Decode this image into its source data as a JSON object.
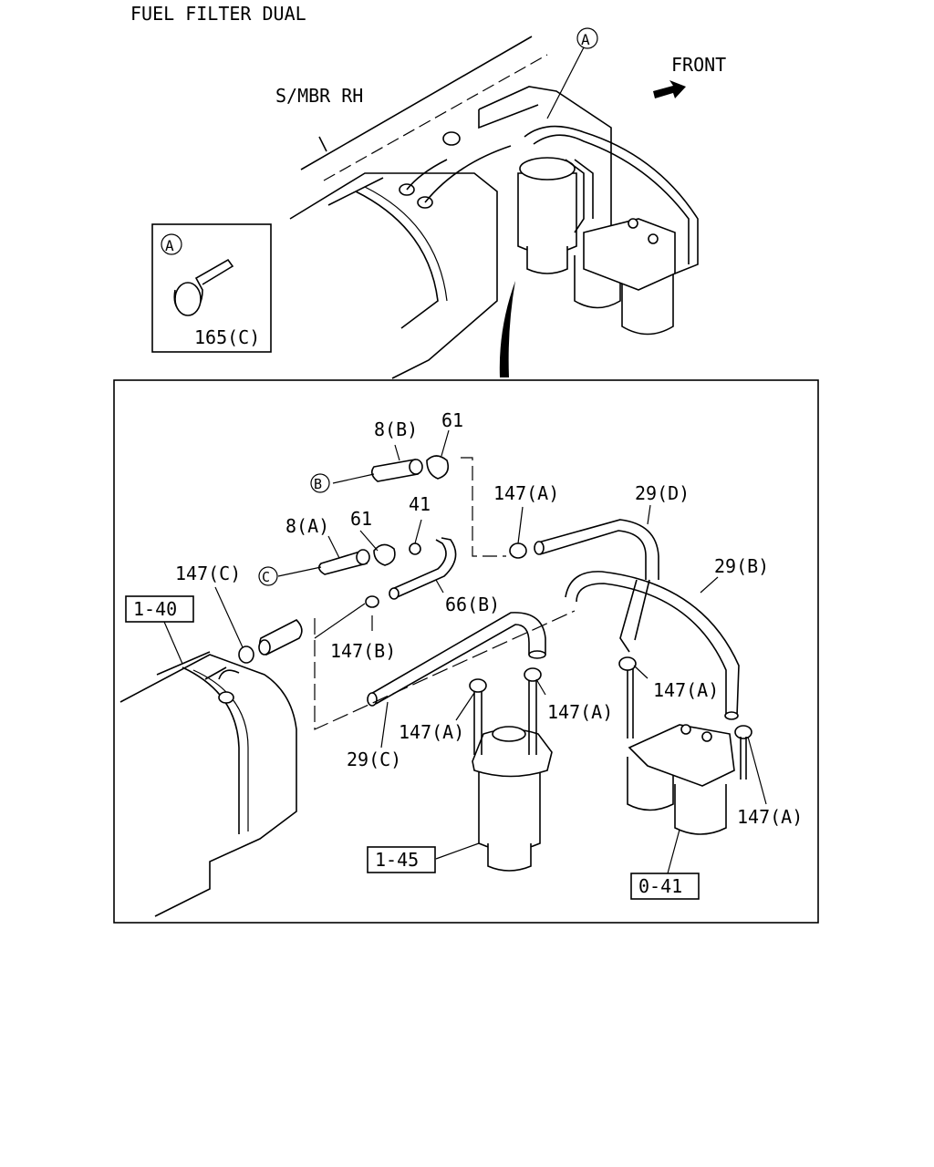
{
  "title": "FUEL FILTER DUAL",
  "top_view": {
    "frame_label": "S/MBR RH",
    "direction_label": "FRONT",
    "callout_a": "A"
  },
  "detail_a": {
    "marker": "A",
    "part": "165(C)"
  },
  "parts": {
    "p8b": "8(B)",
    "p61_top": "61",
    "p8a": "8(A)",
    "p61_mid": "61",
    "p41": "41",
    "p147c": "147(C)",
    "p66b": "66(B)",
    "p147b": "147(B)",
    "p147a_top": "147(A)",
    "p29d": "29(D)",
    "p29b": "29(B)",
    "p147a_right": "147(A)",
    "p147a_mid": "147(A)",
    "p147a_left": "147(A)",
    "p29c": "29(C)",
    "p147a_bottom": "147(A)",
    "ref_b": "B",
    "ref_c": "C"
  },
  "references": {
    "r140": "1-40",
    "r145": "1-45",
    "r041": "0-41"
  }
}
